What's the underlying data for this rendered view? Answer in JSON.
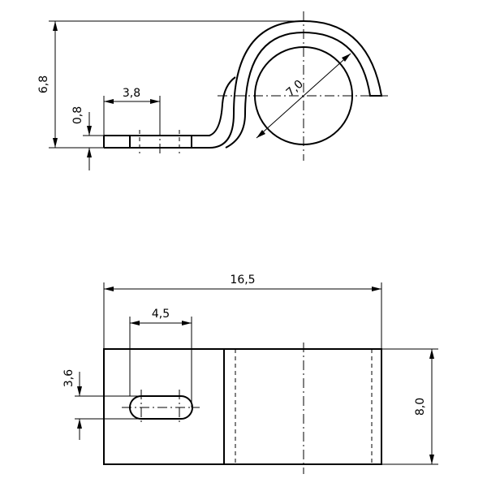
{
  "side_view": {
    "dimensions": {
      "height": "6,8",
      "thickness": "0,8",
      "slot_offset": "3,8",
      "diameter": "7,0"
    }
  },
  "top_view": {
    "dimensions": {
      "overall_length": "16,5",
      "slot_length": "4,5",
      "slot_width": "3,6",
      "width": "8,0"
    }
  }
}
